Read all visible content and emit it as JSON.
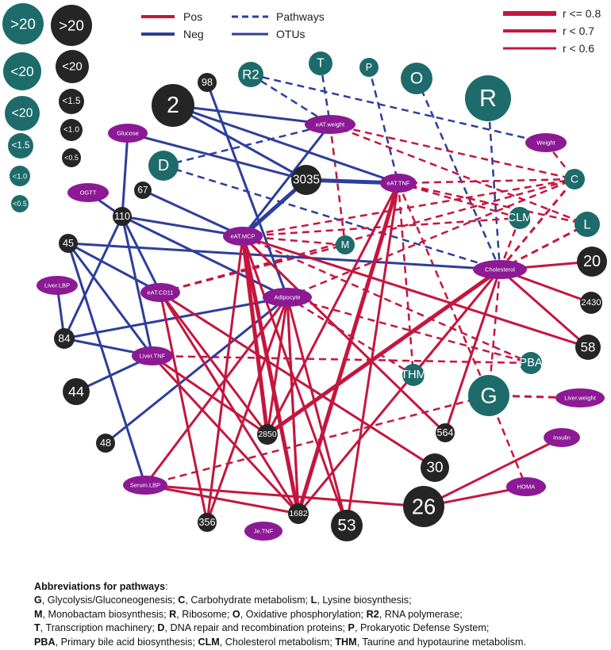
{
  "colors": {
    "pos": "#c4163e",
    "neg": "#2d3e9c",
    "pathway": "#1e6b6b",
    "otu": "#252525",
    "host": "#8b1a94"
  },
  "legend": {
    "pos": "Pos",
    "neg": "Neg",
    "pathways": "Pathways",
    "otus": "OTUs",
    "r_levels": [
      "r <= 0.8",
      "r < 0.7",
      "r < 0.6"
    ]
  },
  "size_legend": {
    "pathways": [
      ">20",
      "<20",
      "<20",
      "<1.5",
      "<1.0",
      "<0.5"
    ],
    "otus": [
      ">20",
      "<20",
      "<1.5",
      "<1.0",
      "<0.5"
    ]
  },
  "nodes": [
    {
      "id": "R2",
      "label": "R2",
      "kind": "pathway"
    },
    {
      "id": "T",
      "label": "T",
      "kind": "pathway"
    },
    {
      "id": "P",
      "label": "P",
      "kind": "pathway"
    },
    {
      "id": "O",
      "label": "O",
      "kind": "pathway"
    },
    {
      "id": "R",
      "label": "R",
      "kind": "pathway"
    },
    {
      "id": "D",
      "label": "D",
      "kind": "pathway"
    },
    {
      "id": "C",
      "label": "C",
      "kind": "pathway"
    },
    {
      "id": "L",
      "label": "L",
      "kind": "pathway"
    },
    {
      "id": "CLM",
      "label": "CLM",
      "kind": "pathway"
    },
    {
      "id": "M",
      "label": "M",
      "kind": "pathway"
    },
    {
      "id": "PBA",
      "label": "PBA",
      "kind": "pathway"
    },
    {
      "id": "THM",
      "label": "THM",
      "kind": "pathway"
    },
    {
      "id": "G",
      "label": "G",
      "kind": "pathway"
    },
    {
      "id": "o98",
      "label": "98",
      "kind": "otu"
    },
    {
      "id": "o2",
      "label": "2",
      "kind": "otu"
    },
    {
      "id": "o3035",
      "label": "3035",
      "kind": "otu"
    },
    {
      "id": "o67",
      "label": "67",
      "kind": "otu"
    },
    {
      "id": "o110",
      "label": "110",
      "kind": "otu"
    },
    {
      "id": "o45",
      "label": "45",
      "kind": "otu"
    },
    {
      "id": "o84",
      "label": "84",
      "kind": "otu"
    },
    {
      "id": "o44",
      "label": "44",
      "kind": "otu"
    },
    {
      "id": "o48",
      "label": "48",
      "kind": "otu"
    },
    {
      "id": "o2850",
      "label": "2850",
      "kind": "otu"
    },
    {
      "id": "o356",
      "label": "356",
      "kind": "otu"
    },
    {
      "id": "o1682",
      "label": "1682",
      "kind": "otu"
    },
    {
      "id": "o53",
      "label": "53",
      "kind": "otu"
    },
    {
      "id": "o26",
      "label": "26",
      "kind": "otu"
    },
    {
      "id": "o30",
      "label": "30",
      "kind": "otu"
    },
    {
      "id": "o564",
      "label": "564",
      "kind": "otu"
    },
    {
      "id": "o58",
      "label": "58",
      "kind": "otu"
    },
    {
      "id": "o2430",
      "label": "2430",
      "kind": "otu"
    },
    {
      "id": "o20",
      "label": "20",
      "kind": "otu"
    },
    {
      "id": "eATweight",
      "label": "eAT.weight",
      "kind": "host"
    },
    {
      "id": "Glucose",
      "label": "Glucose",
      "kind": "host"
    },
    {
      "id": "Weight",
      "label": "Weight",
      "kind": "host"
    },
    {
      "id": "eATTNF",
      "label": "eAT.TNF",
      "kind": "host"
    },
    {
      "id": "OGTT",
      "label": "OGTT",
      "kind": "host"
    },
    {
      "id": "eATMCP",
      "label": "eAT.MCP",
      "kind": "host"
    },
    {
      "id": "LiverLBP",
      "label": "Liver.LBP",
      "kind": "host"
    },
    {
      "id": "eATCD11",
      "label": "eAT.CD11",
      "kind": "host"
    },
    {
      "id": "Adipocyte",
      "label": "Adipocyte",
      "kind": "host"
    },
    {
      "id": "Cholesterol",
      "label": "Cholesterol",
      "kind": "host"
    },
    {
      "id": "LiverTNF",
      "label": "Liver.TNF",
      "kind": "host"
    },
    {
      "id": "Liverweight",
      "label": "Liver.weight",
      "kind": "host"
    },
    {
      "id": "Insulin",
      "label": "Insulin",
      "kind": "host"
    },
    {
      "id": "SerumLBP",
      "label": "Serum.LBP",
      "kind": "host"
    },
    {
      "id": "HOMA",
      "label": "HOMA",
      "kind": "host"
    },
    {
      "id": "JeTNF",
      "label": "Je.TNF",
      "kind": "host"
    }
  ],
  "edges": [
    {
      "s": "R2",
      "t": "eATweight",
      "sign": "neg",
      "type": "pathway",
      "r": 3
    },
    {
      "s": "R2",
      "t": "Weight",
      "sign": "neg",
      "type": "pathway",
      "r": 3
    },
    {
      "s": "T",
      "t": "eATweight",
      "sign": "neg",
      "type": "pathway",
      "r": 3
    },
    {
      "s": "P",
      "t": "eATTNF",
      "sign": "neg",
      "type": "pathway",
      "r": 3
    },
    {
      "s": "O",
      "t": "Cholesterol",
      "sign": "neg",
      "type": "pathway",
      "r": 3
    },
    {
      "s": "R",
      "t": "Cholesterol",
      "sign": "neg",
      "type": "pathway",
      "r": 3
    },
    {
      "s": "D",
      "t": "eATweight",
      "sign": "neg",
      "type": "pathway",
      "r": 3
    },
    {
      "s": "D",
      "t": "Cholesterol",
      "sign": "neg",
      "type": "pathway",
      "r": 3
    },
    {
      "s": "eATweight",
      "t": "C",
      "sign": "pos",
      "type": "pathway",
      "r": 3
    },
    {
      "s": "eATweight",
      "t": "M",
      "sign": "pos",
      "type": "pathway",
      "r": 3
    },
    {
      "s": "eATweight",
      "t": "L",
      "sign": "pos",
      "type": "pathway",
      "r": 3
    },
    {
      "s": "Weight",
      "t": "C",
      "sign": "pos",
      "type": "pathway",
      "r": 3
    },
    {
      "s": "eATTNF",
      "t": "C",
      "sign": "pos",
      "type": "pathway",
      "r": 3
    },
    {
      "s": "eATTNF",
      "t": "CLM",
      "sign": "pos",
      "type": "pathway",
      "r": 3
    },
    {
      "s": "eATTNF",
      "t": "THM",
      "sign": "pos",
      "type": "pathway",
      "r": 3
    },
    {
      "s": "eATTNF",
      "t": "G",
      "sign": "pos",
      "type": "pathway",
      "r": 3
    },
    {
      "s": "eATMCP",
      "t": "C",
      "sign": "pos",
      "type": "pathway",
      "r": 3
    },
    {
      "s": "eATMCP",
      "t": "CLM",
      "sign": "pos",
      "type": "pathway",
      "r": 3
    },
    {
      "s": "eATMCP",
      "t": "M",
      "sign": "pos",
      "type": "pathway",
      "r": 3
    },
    {
      "s": "eATMCP",
      "t": "PBA",
      "sign": "pos",
      "type": "pathway",
      "r": 3
    },
    {
      "s": "eATCD11",
      "t": "M",
      "sign": "pos",
      "type": "pathway",
      "r": 3
    },
    {
      "s": "eATCD11",
      "t": "C",
      "sign": "pos",
      "type": "pathway",
      "r": 3
    },
    {
      "s": "Adipocyte",
      "t": "C",
      "sign": "pos",
      "type": "pathway",
      "r": 3
    },
    {
      "s": "Adipocyte",
      "t": "THM",
      "sign": "pos",
      "type": "pathway",
      "r": 3
    },
    {
      "s": "Adipocyte",
      "t": "PBA",
      "sign": "pos",
      "type": "pathway",
      "r": 3
    },
    {
      "s": "Cholesterol",
      "t": "C",
      "sign": "pos",
      "type": "pathway",
      "r": 2
    },
    {
      "s": "Cholesterol",
      "t": "L",
      "sign": "pos",
      "type": "pathway",
      "r": 2
    },
    {
      "s": "Cholesterol",
      "t": "G",
      "sign": "pos",
      "type": "pathway",
      "r": 3
    },
    {
      "s": "Cholesterol",
      "t": "THM",
      "sign": "pos",
      "type": "pathway",
      "r": 3
    },
    {
      "s": "Cholesterol",
      "t": "CLM",
      "sign": "pos",
      "type": "pathway",
      "r": 3
    },
    {
      "s": "G",
      "t": "Liverweight",
      "sign": "pos",
      "type": "pathway",
      "r": 2
    },
    {
      "s": "G",
      "t": "HOMA",
      "sign": "pos",
      "type": "pathway",
      "r": 3
    },
    {
      "s": "LiverTNF",
      "t": "PBA",
      "sign": "pos",
      "type": "pathway",
      "r": 3
    },
    {
      "s": "SerumLBP",
      "t": "G",
      "sign": "pos",
      "type": "pathway",
      "r": 3
    },
    {
      "s": "eATTNF",
      "t": "L",
      "sign": "pos",
      "type": "pathway",
      "r": 3
    },
    {
      "s": "o98",
      "t": "Adipocyte",
      "sign": "neg",
      "type": "otu",
      "r": 2
    },
    {
      "s": "o2",
      "t": "eATweight",
      "sign": "neg",
      "type": "otu",
      "r": 2
    },
    {
      "s": "o2",
      "t": "o3035",
      "sign": "neg",
      "type": "otu",
      "r": 2
    },
    {
      "s": "o2",
      "t": "eATTNF",
      "sign": "neg",
      "type": "otu",
      "r": 2
    },
    {
      "s": "o3035",
      "t": "eATTNF",
      "sign": "neg",
      "type": "otu",
      "r": 1
    },
    {
      "s": "o3035",
      "t": "eATMCP",
      "sign": "neg",
      "type": "otu",
      "r": 1
    },
    {
      "s": "eATweight",
      "t": "eATMCP",
      "sign": "neg",
      "type": "otu",
      "r": 2
    },
    {
      "s": "Glucose",
      "t": "o110",
      "sign": "neg",
      "type": "otu",
      "r": 2
    },
    {
      "s": "Glucose",
      "t": "o3035",
      "sign": "neg",
      "type": "otu",
      "r": 2
    },
    {
      "s": "o67",
      "t": "eATMCP",
      "sign": "neg",
      "type": "otu",
      "r": 2
    },
    {
      "s": "OGTT",
      "t": "o110",
      "sign": "neg",
      "type": "otu",
      "r": 2
    },
    {
      "s": "o110",
      "t": "eATMCP",
      "sign": "neg",
      "type": "otu",
      "r": 2
    },
    {
      "s": "o110",
      "t": "eATCD11",
      "sign": "neg",
      "type": "otu",
      "r": 2
    },
    {
      "s": "o110",
      "t": "Adipocyte",
      "sign": "neg",
      "type": "otu",
      "r": 2
    },
    {
      "s": "o110",
      "t": "LiverTNF",
      "sign": "neg",
      "type": "otu",
      "r": 2
    },
    {
      "s": "o45",
      "t": "Cholesterol",
      "sign": "neg",
      "type": "otu",
      "r": 2
    },
    {
      "s": "o45",
      "t": "eATCD11",
      "sign": "neg",
      "type": "otu",
      "r": 2
    },
    {
      "s": "o45",
      "t": "LiverTNF",
      "sign": "neg",
      "type": "otu",
      "r": 2
    },
    {
      "s": "o45",
      "t": "SerumLBP",
      "sign": "neg",
      "type": "otu",
      "r": 2
    },
    {
      "s": "LiverLBP",
      "t": "o84",
      "sign": "neg",
      "type": "otu",
      "r": 2
    },
    {
      "s": "o84",
      "t": "LiverTNF",
      "sign": "neg",
      "type": "otu",
      "r": 2
    },
    {
      "s": "o84",
      "t": "Adipocyte",
      "sign": "neg",
      "type": "otu",
      "r": 2
    },
    {
      "s": "o44",
      "t": "LiverTNF",
      "sign": "neg",
      "type": "otu",
      "r": 2
    },
    {
      "s": "o48",
      "t": "Adipocyte",
      "sign": "neg",
      "type": "otu",
      "r": 2
    },
    {
      "s": "o110",
      "t": "o84",
      "sign": "neg",
      "type": "otu",
      "r": 2
    },
    {
      "s": "eATMCP",
      "t": "o2850",
      "sign": "pos",
      "type": "otu",
      "r": 1
    },
    {
      "s": "eATMCP",
      "t": "o1682",
      "sign": "pos",
      "type": "otu",
      "r": 1
    },
    {
      "s": "eATMCP",
      "t": "o356",
      "sign": "pos",
      "type": "otu",
      "r": 2
    },
    {
      "s": "eATMCP",
      "t": "o53",
      "sign": "pos",
      "type": "otu",
      "r": 2
    },
    {
      "s": "eATMCP",
      "t": "o564",
      "sign": "pos",
      "type": "otu",
      "r": 2
    },
    {
      "s": "eATMCP",
      "t": "o58",
      "sign": "pos",
      "type": "otu",
      "r": 2
    },
    {
      "s": "eATCD11",
      "t": "o2850",
      "sign": "pos",
      "type": "otu",
      "r": 2
    },
    {
      "s": "eATCD11",
      "t": "o1682",
      "sign": "pos",
      "type": "otu",
      "r": 2
    },
    {
      "s": "eATCD11",
      "t": "o356",
      "sign": "pos",
      "type": "otu",
      "r": 2
    },
    {
      "s": "eATCD11",
      "t": "o30",
      "sign": "pos",
      "type": "otu",
      "r": 2
    },
    {
      "s": "Adipocyte",
      "t": "o2850",
      "sign": "pos",
      "type": "otu",
      "r": 2
    },
    {
      "s": "Adipocyte",
      "t": "o1682",
      "sign": "pos",
      "type": "otu",
      "r": 2
    },
    {
      "s": "Adipocyte",
      "t": "o53",
      "sign": "pos",
      "type": "otu",
      "r": 2
    },
    {
      "s": "Adipocyte",
      "t": "o356",
      "sign": "pos",
      "type": "otu",
      "r": 2
    },
    {
      "s": "eATTNF",
      "t": "o1682",
      "sign": "pos",
      "type": "otu",
      "r": 1
    },
    {
      "s": "eATTNF",
      "t": "o53",
      "sign": "pos",
      "type": "otu",
      "r": 2
    },
    {
      "s": "eATTNF",
      "t": "o2850",
      "sign": "pos",
      "type": "otu",
      "r": 2
    },
    {
      "s": "Cholesterol",
      "t": "o20",
      "sign": "pos",
      "type": "otu",
      "r": 2
    },
    {
      "s": "Cholesterol",
      "t": "o2430",
      "sign": "pos",
      "type": "otu",
      "r": 2
    },
    {
      "s": "Cholesterol",
      "t": "o58",
      "sign": "pos",
      "type": "otu",
      "r": 2
    },
    {
      "s": "Cholesterol",
      "t": "o564",
      "sign": "pos",
      "type": "otu",
      "r": 2
    },
    {
      "s": "Cholesterol",
      "t": "o2850",
      "sign": "pos",
      "type": "otu",
      "r": 1
    },
    {
      "s": "Cholesterol",
      "t": "o1682",
      "sign": "pos",
      "type": "otu",
      "r": 2
    },
    {
      "s": "LiverTNF",
      "t": "o2850",
      "sign": "pos",
      "type": "otu",
      "r": 2
    },
    {
      "s": "LiverTNF",
      "t": "o1682",
      "sign": "pos",
      "type": "otu",
      "r": 2
    },
    {
      "s": "SerumLBP",
      "t": "o1682",
      "sign": "pos",
      "type": "otu",
      "r": 2
    },
    {
      "s": "SerumLBP",
      "t": "o26",
      "sign": "pos",
      "type": "otu",
      "r": 2
    },
    {
      "s": "SerumLBP",
      "t": "Adipocyte",
      "sign": "pos",
      "type": "otu",
      "r": 2
    },
    {
      "s": "Insulin",
      "t": "o26",
      "sign": "pos",
      "type": "otu",
      "r": 2
    },
    {
      "s": "HOMA",
      "t": "o26",
      "sign": "pos",
      "type": "otu",
      "r": 2
    },
    {
      "s": "o1682",
      "t": "Adipocyte",
      "sign": "pos",
      "type": "otu",
      "r": 2
    }
  ],
  "abbreviations": {
    "title": "Abbreviations for pathways",
    "items": [
      {
        "k": "G",
        "v": "Glycolysis/Gluconeogenesis"
      },
      {
        "k": "C",
        "v": "Carbohydrate metabolism"
      },
      {
        "k": "L",
        "v": "Lysine biosynthesis"
      },
      {
        "k": "M",
        "v": "Monobactam biosynthesis"
      },
      {
        "k": "R",
        "v": "Ribosome"
      },
      {
        "k": "O",
        "v": "Oxidative phosphorylation"
      },
      {
        "k": "R2",
        "v": "RNA polymerase"
      },
      {
        "k": "T",
        "v": "Transcription machinery"
      },
      {
        "k": "D",
        "v": "DNA repair and recombination proteins"
      },
      {
        "k": "P",
        "v": "Prokaryotic Defense System"
      },
      {
        "k": "PBA",
        "v": "Primary bile acid biosynthesis"
      },
      {
        "k": "CLM",
        "v": "Cholesterol metabolism"
      },
      {
        "k": "THM",
        "v": "Taurine and hypotaurine metabolism"
      }
    ]
  }
}
